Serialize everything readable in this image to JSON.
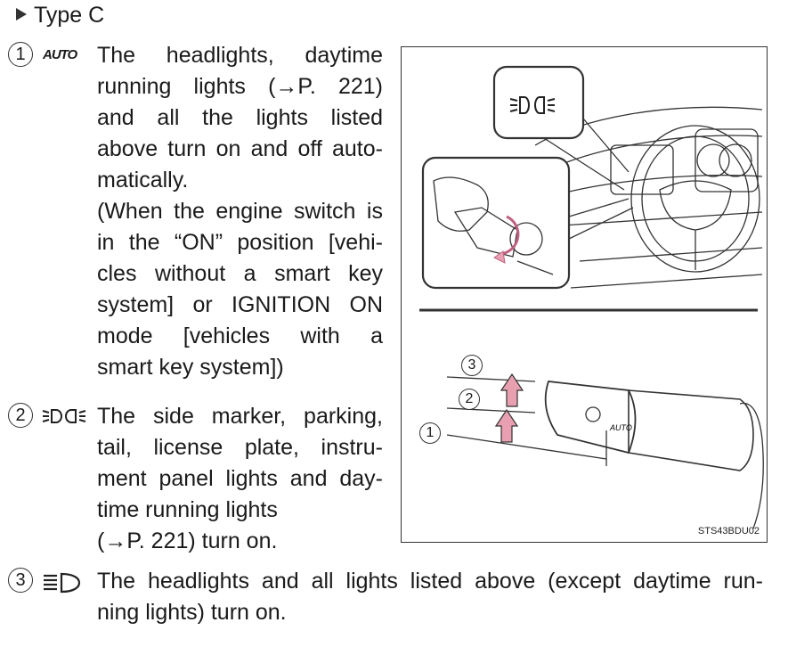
{
  "heading": "Type C",
  "items": [
    {
      "num": "1",
      "symbol": "AUTO",
      "symbol_icon": "auto-text-icon",
      "lines": [
        "The headlights, daytime",
        "running lights (→P. 221)",
        "and all the lights listed",
        "above turn on and off auto-",
        "matically.",
        "(When the engine switch is",
        "in the “ON” position [vehi-",
        "cles without a smart key",
        "system] or IGNITION ON",
        "mode [vehicles with a",
        "smart key system])"
      ]
    },
    {
      "num": "2",
      "symbol_icon": "parking-lights-icon",
      "lines": [
        "The side marker, parking,",
        "tail, license plate, instru-",
        "ment panel lights and day-",
        "time running lights",
        "(→P. 221) turn on."
      ]
    },
    {
      "num": "3",
      "symbol_icon": "headlight-icon",
      "lines": [
        "The headlights and all lights listed above (except daytime run-",
        "ning lights) turn on."
      ]
    }
  ],
  "figure": {
    "code": "STS43BDU02",
    "callouts": [
      "1",
      "2",
      "3"
    ],
    "switch_label": "AUTO",
    "accent_color": "#e8a0b0"
  }
}
